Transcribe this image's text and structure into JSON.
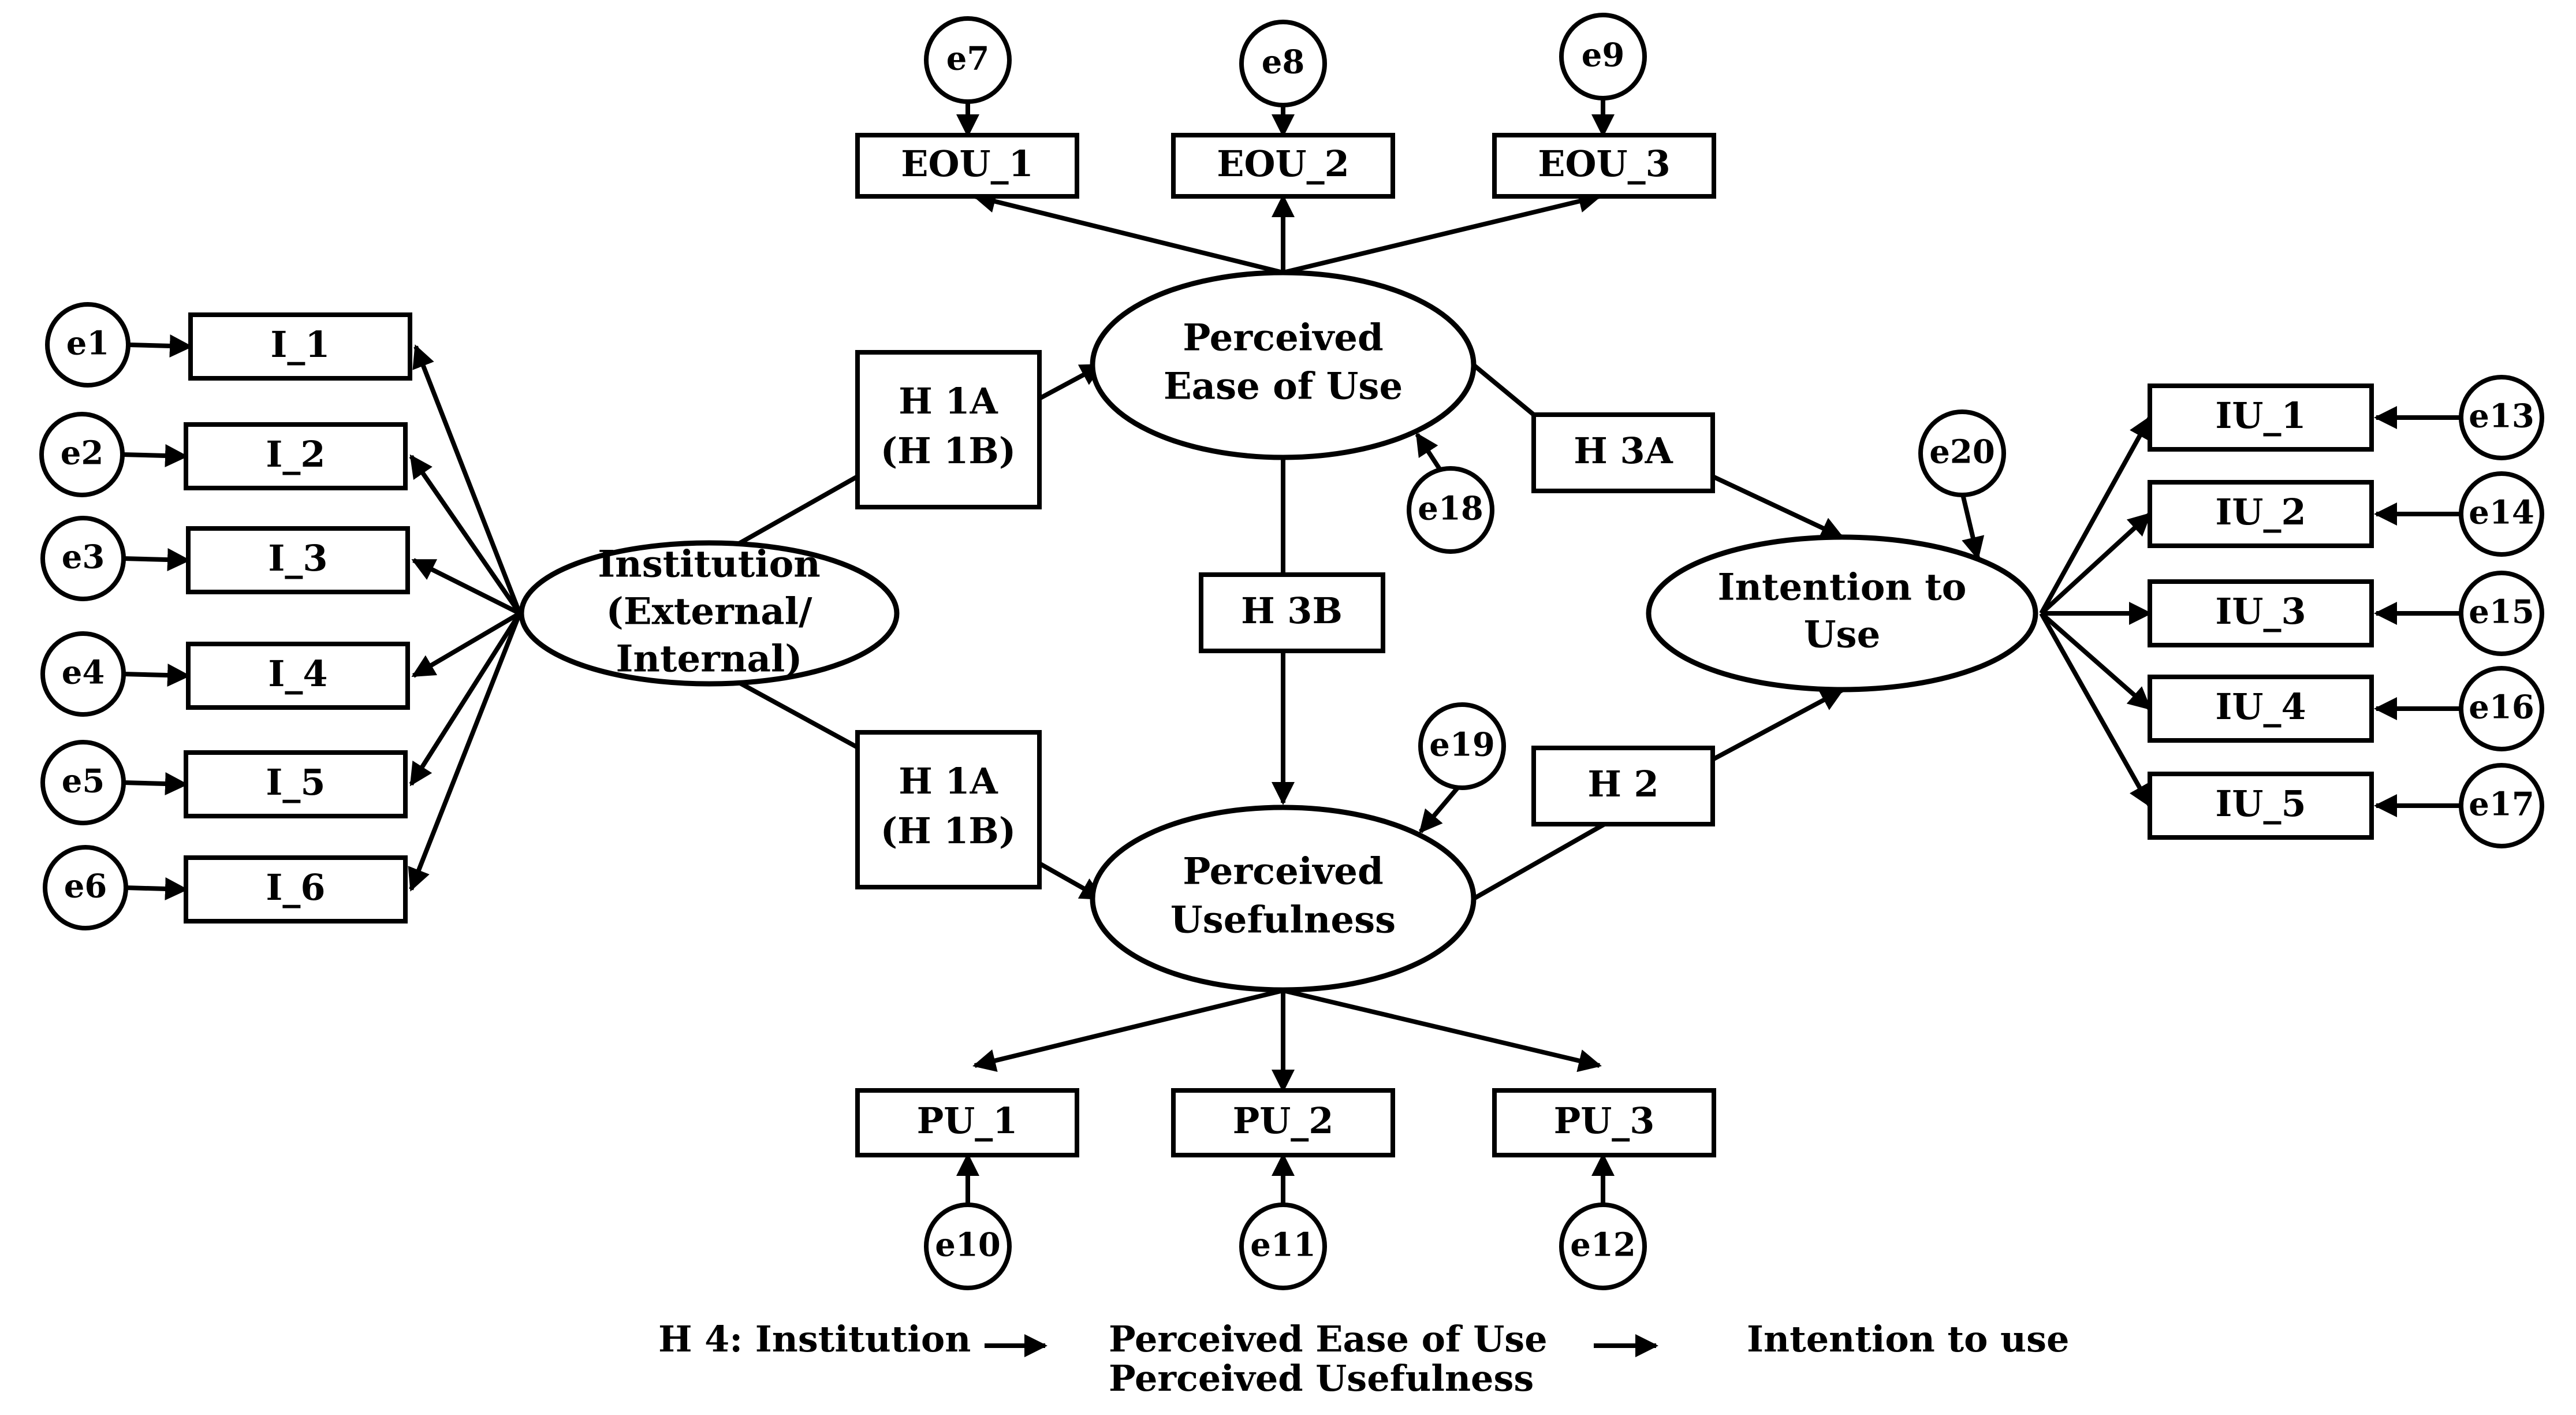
{
  "institution_indicators": [
    "I_1",
    "I_2",
    "I_3",
    "I_4",
    "I_5",
    "I_6"
  ],
  "institution_errors": [
    "e1",
    "e2",
    "e3",
    "e4",
    "e5",
    "e6"
  ],
  "eou_indicators": [
    "EOU_1",
    "EOU_2",
    "EOU_3"
  ],
  "eou_errors": [
    "e7",
    "e8",
    "e9"
  ],
  "pu_indicators": [
    "PU_1",
    "PU_2",
    "PU_3"
  ],
  "pu_errors": [
    "e10",
    "e11",
    "e12"
  ],
  "iu_indicators": [
    "IU_1",
    "IU_2",
    "IU_3",
    "IU_4",
    "IU_5"
  ],
  "iu_errors": [
    "e13",
    "e14",
    "e15",
    "e16",
    "e17"
  ],
  "latent": {
    "institution": [
      "Institution",
      "(External/",
      "Internal)"
    ],
    "peou": [
      "Perceived",
      "Ease of Use"
    ],
    "pu": [
      "Perceived",
      "Usefulness"
    ],
    "iu": [
      "Intention to",
      "Use"
    ]
  },
  "latent_errors": {
    "peou": "e18",
    "pu": "e19",
    "iu": "e20"
  },
  "hypotheses": {
    "h1_upper": [
      "H 1A",
      "(H 1B)"
    ],
    "h1_lower": [
      "H 1A",
      "(H 1B)"
    ],
    "h3a": "H 3A",
    "h3b": "H 3B",
    "h2": "H 2"
  },
  "legend": {
    "prefix": "H 4: Institution",
    "middle_line1": "Perceived Ease of Use",
    "middle_line2": "Perceived Usefulness",
    "end": "Intention to use"
  }
}
